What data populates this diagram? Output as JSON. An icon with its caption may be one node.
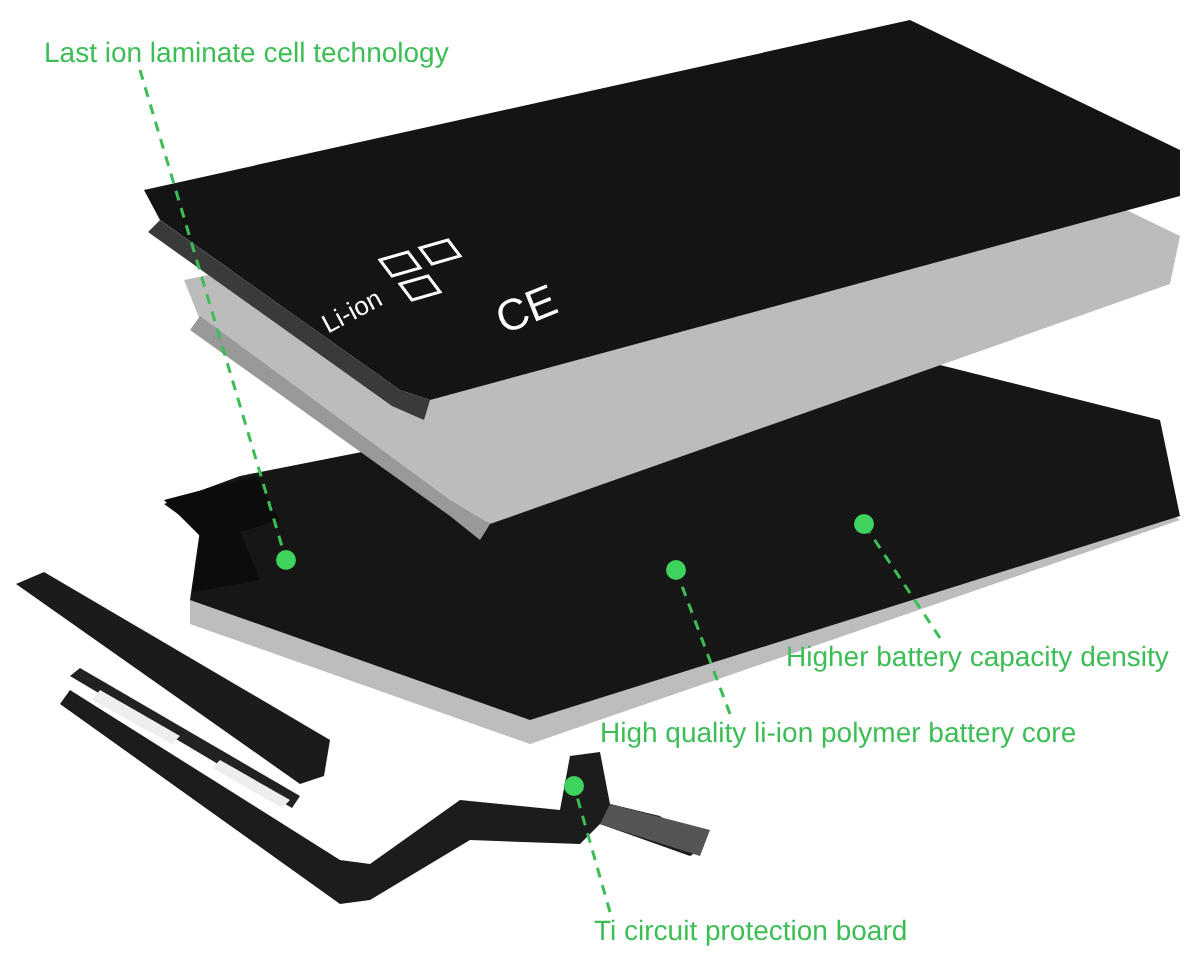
{
  "diagram": {
    "nodes": [
      {
        "text": [
          "Last ion laminate cell technology"
        ]
      },
      {
        "text": [],
        "shape": "circle"
      },
      {
        "text": [],
        "shape": "circle"
      },
      {
        "text": [
          "Higher battery capacity density"
        ]
      },
      {
        "text": [],
        "shape": "circle"
      },
      {
        "text": [
          "High quality li-ion polymer battery core"
        ]
      },
      {
        "text": [],
        "shape": "circle"
      },
      {
        "text": [
          "Ti circuit protection board"
        ]
      }
    ],
    "edges": [
      {
        "from": 0,
        "to": 1,
        "arrow": "none",
        "style": "dashed"
      },
      {
        "from": 3,
        "to": 2,
        "arrow": "none",
        "style": "dashed"
      },
      {
        "from": 5,
        "to": 4,
        "arrow": "none",
        "style": "dashed"
      },
      {
        "from": 7,
        "to": 6,
        "arrow": "none",
        "style": "dashed"
      }
    ],
    "labels": [
      "CE",
      "Li-ion"
    ]
  }
}
